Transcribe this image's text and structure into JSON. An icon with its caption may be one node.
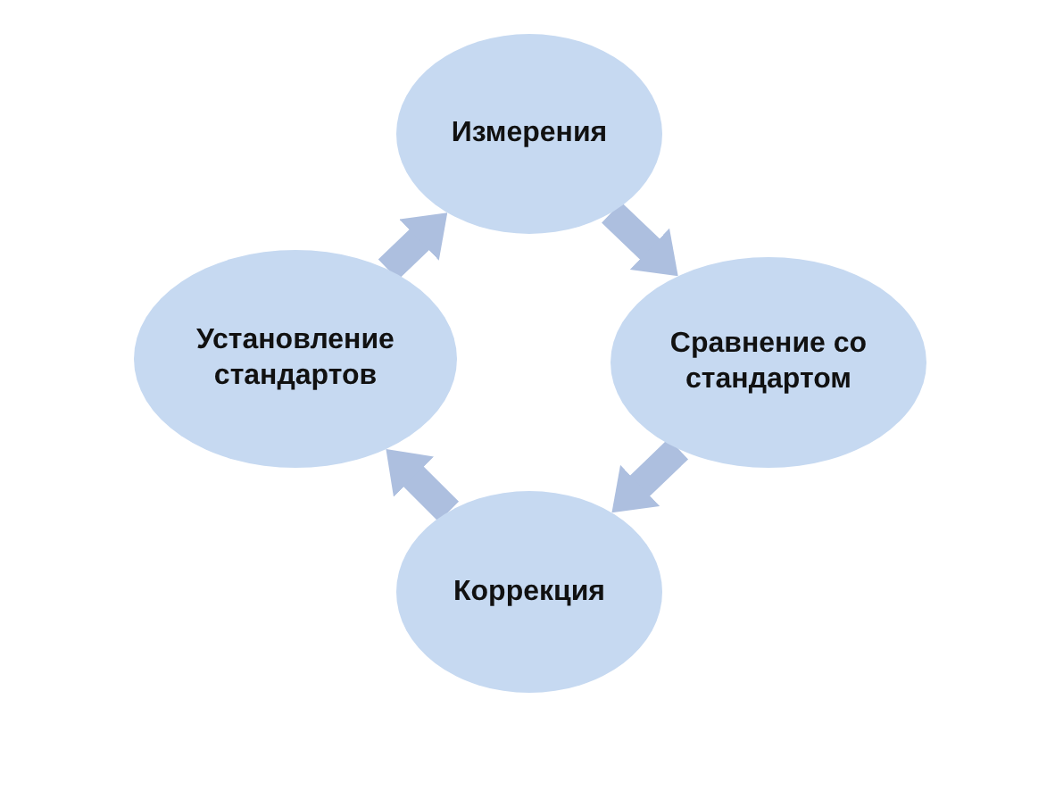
{
  "diagram": {
    "nodes": [
      {
        "text": [
          "Измерения"
        ]
      },
      {
        "text": [
          "Установление стандартов"
        ]
      },
      {
        "text": [
          "Сравнение со стандартом"
        ]
      },
      {
        "text": [
          "Коррекция"
        ]
      }
    ],
    "edges": [
      {
        "from": 1,
        "to": 0,
        "arrow": "to"
      },
      {
        "from": 0,
        "to": 2,
        "arrow": "to"
      },
      {
        "from": 2,
        "to": 3,
        "arrow": "to"
      },
      {
        "from": 3,
        "to": 1,
        "arrow": "to"
      }
    ]
  }
}
